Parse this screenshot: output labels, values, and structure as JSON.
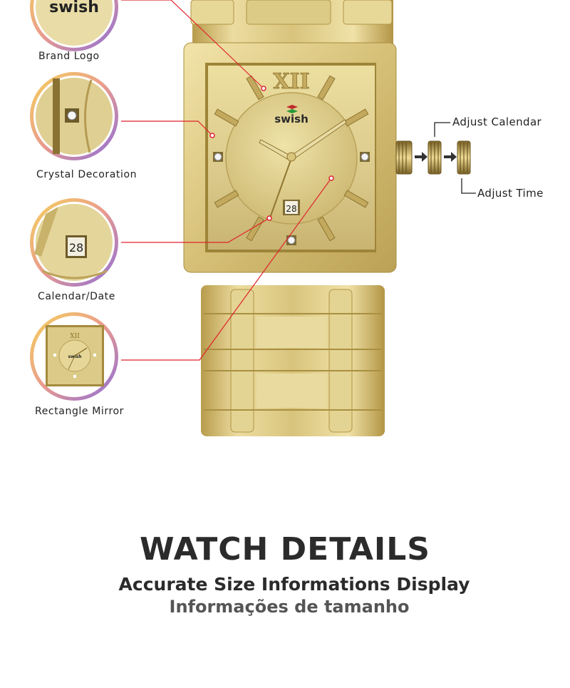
{
  "brand": "swish",
  "date_number": "28",
  "roman_twelve": "XII",
  "callouts": [
    {
      "label": "Brand Logo"
    },
    {
      "label": "Crystal Decoration"
    },
    {
      "label": "Calendar/Date"
    },
    {
      "label": "Rectangle Mirror"
    }
  ],
  "crown": {
    "adjust_calendar": "Adjust Calendar",
    "adjust_time": "Adjust Time"
  },
  "heading": {
    "title": "WATCH DETAILS",
    "subtitle": "Accurate Size Informations Display",
    "subtitle_pt": "Informações de tamanho"
  },
  "colors": {
    "gold_light": "#efe0a2",
    "gold": "#d3bd6e",
    "gold_dark": "#a88d3d",
    "callout_line": "#e0222b",
    "ring_start": "#f3d46a",
    "ring_end": "#8d6bd7"
  }
}
